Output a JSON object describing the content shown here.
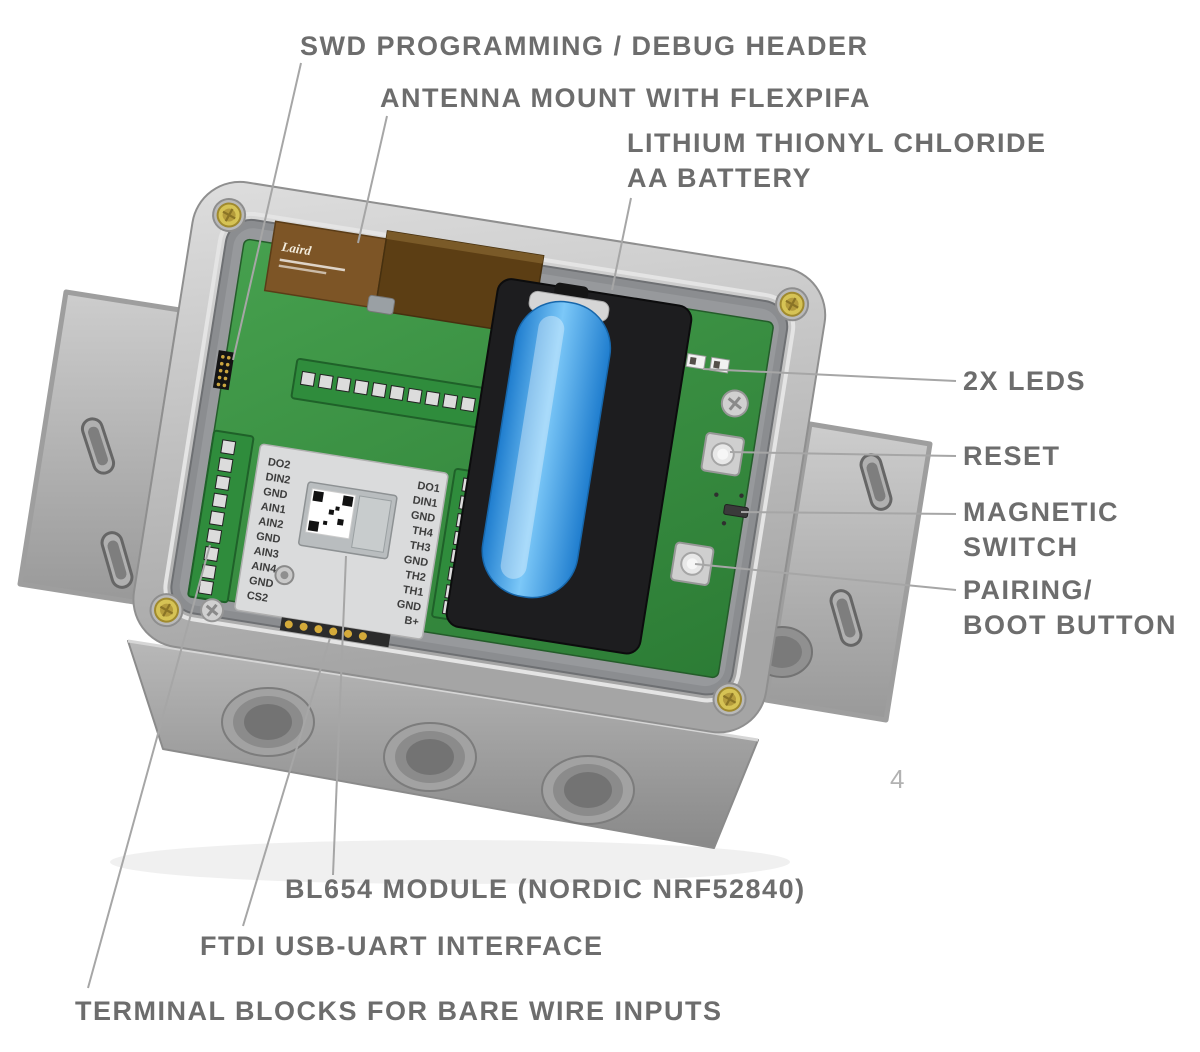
{
  "callouts": {
    "swd": "SWD PROGRAMMING / DEBUG HEADER",
    "antenna": "ANTENNA MOUNT WITH FLEXPIFA",
    "battery_line1": "LITHIUM THIONYL CHLORIDE",
    "battery_line2": "AA BATTERY",
    "leds": "2X LEDS",
    "reset": "RESET",
    "magnetic_line1": "MAGNETIC",
    "magnetic_line2": "SWITCH",
    "pairing_line1": "PAIRING/",
    "pairing_line2": "BOOT BUTTON",
    "bl654": "BL654 MODULE (NORDIC NRF52840)",
    "ftdi": "FTDI USB-UART INTERFACE",
    "terminal": "TERMINAL BLOCKS FOR BARE WIRE INPUTS"
  },
  "page_number": "4",
  "board": {
    "left_pins": [
      "DO2",
      "DIN2",
      "GND",
      "AIN1",
      "AIN2",
      "GND",
      "AIN3",
      "AIN4",
      "GND",
      "CS2"
    ],
    "right_pins": [
      "DO1",
      "DIN1",
      "GND",
      "TH4",
      "TH3",
      "GND",
      "TH2",
      "TH1",
      "GND",
      "B+"
    ],
    "antenna_brand": "Laird"
  },
  "colors": {
    "label_gray": "#6d6d6d",
    "leader_gray": "#a6a6a6",
    "pcb_green": "#379342",
    "battery_blue": "#2f9ce8",
    "enclosure_gray": "#b9b9b9",
    "screw_yellow": "#d6c355",
    "antenna_brown": "#5c3e14"
  }
}
